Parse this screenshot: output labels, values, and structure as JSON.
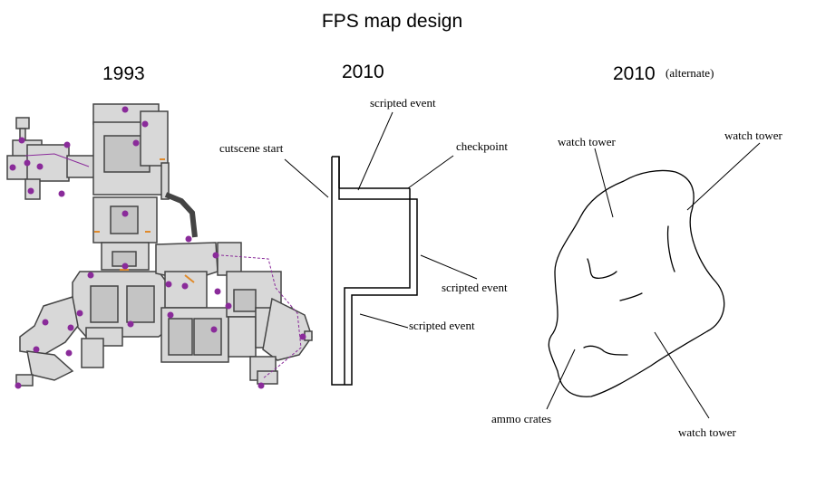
{
  "title": "FPS map design",
  "panels": {
    "p1993": {
      "year": "1993"
    },
    "p2010": {
      "year": "2010",
      "annotations": {
        "scripted_top": "scripted event",
        "checkpoint": "checkpoint",
        "cutscene": "cutscene start",
        "scripted_mid": "scripted event",
        "scripted_bottom": "scripted event"
      }
    },
    "p2010alt": {
      "year": "2010",
      "qualifier": "(alternate)",
      "annotations": {
        "watch_tower_left": "watch tower",
        "watch_tower_right": "watch tower",
        "watch_tower_bottom": "watch tower",
        "ammo_crates": "ammo crates"
      }
    }
  },
  "colors": {
    "line": "#000000",
    "map_wall": "#444444",
    "map_floor": "#d8d8d8",
    "marker": "#8a2b9a",
    "door": "#e08a2a"
  }
}
